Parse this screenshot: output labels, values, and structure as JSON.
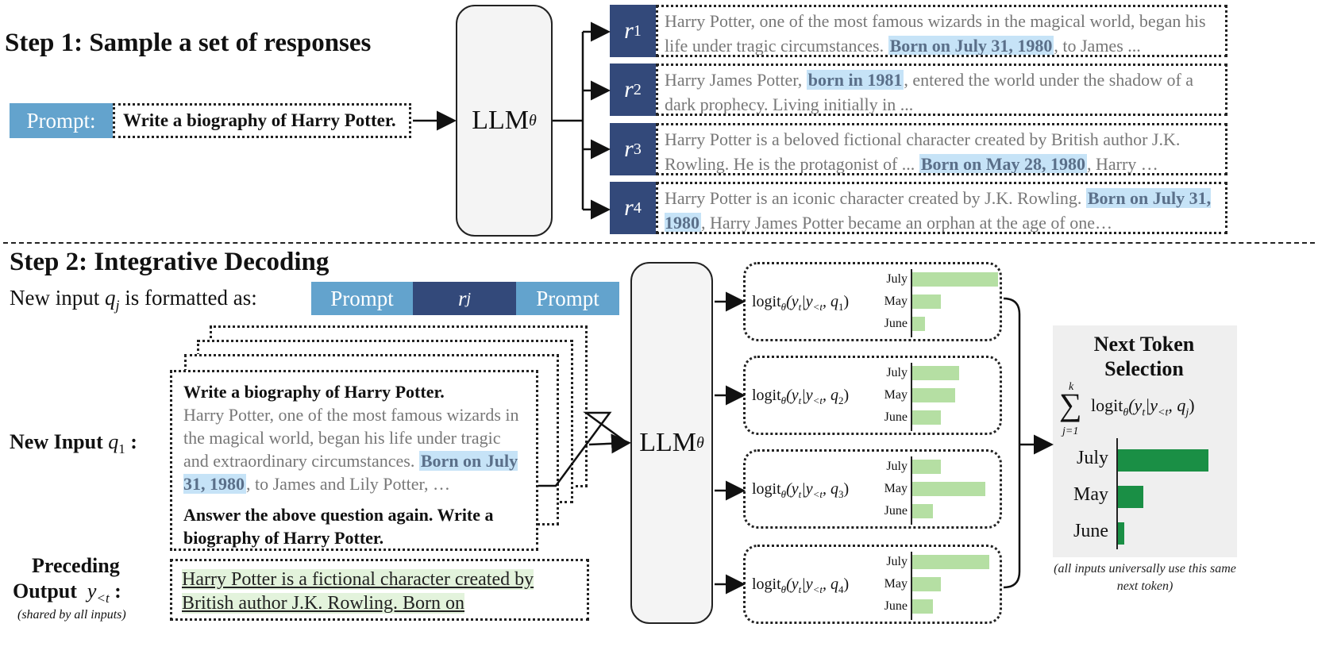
{
  "step1": {
    "title": "Step 1: Sample a set of responses",
    "prompt_chip": "Prompt:",
    "prompt_text": "Write a biography of Harry Potter.",
    "llm_label": "LLM",
    "llm_sub": "θ",
    "responses": [
      {
        "label": "r",
        "sub": "1",
        "pre": "Harry Potter, one of the most famous wizards in the magical world, began his life under tragic circumstances. ",
        "hl": "Born on July 31, 1980",
        "post": ", to James ..."
      },
      {
        "label": "r",
        "sub": "2",
        "pre": "Harry James Potter, ",
        "hl": "born in 1981",
        "post": ", entered the world under the shadow of a dark prophecy. Living initially in ..."
      },
      {
        "label": "r",
        "sub": "3",
        "pre": "Harry Potter is a beloved fictional character created by British author J.K. Rowling. He is the protagonist of ... ",
        "hl": "Born on May 28, 1980",
        "post": ", Harry …"
      },
      {
        "label": "r",
        "sub": "4",
        "pre": "Harry Potter is an iconic character created by J.K. Rowling. ",
        "hl": "Born on July 31, 1980",
        "post": ", Harry James Potter became an orphan at the age of one…"
      }
    ]
  },
  "step2": {
    "title": "Step 2:  Integrative Decoding",
    "format_intro_a": "New input ",
    "format_intro_var": "q",
    "format_intro_sub": "j",
    "format_intro_b": " is formatted as:",
    "format_seg1": "Prompt",
    "format_seg2_var": "r",
    "format_seg2_sub": "j",
    "format_seg3": "Prompt",
    "new_input_label": "New Input",
    "new_input_var": "q",
    "new_input_sub": "1",
    "new_input_colon": " :",
    "card_title": "Write a biography of Harry Potter.",
    "card_body_pre": "Harry Potter, one of the most famous wizards in the magical world, began his life under tragic and extraordinary circumstances. ",
    "card_body_hl": "Born on July 31, 1980",
    "card_body_post": ", to James and Lily Potter, …",
    "card_footer": "Answer the above question again. Write a biography of Harry Potter.",
    "preceding_label_1": "Preceding",
    "preceding_label_2": "Output",
    "preceding_var": "y",
    "preceding_sub": "<t",
    "preceding_colon": " :",
    "preceding_note": "(shared by all inputs)",
    "preceding_text": "Harry Potter is a fictional character created by British author J.K. Rowling. Born on ",
    "llm_label": "LLM",
    "llm_sub": "θ",
    "logits": [
      {
        "label_pre": "logit",
        "label_sub": "θ",
        "label_mid": "(y",
        "label_t": "t",
        "label_cond": "|y",
        "label_lt": "<t",
        "label_q": ", q",
        "label_qsub": "1",
        "label_end": ")",
        "tokens": [
          "July",
          "May",
          "June"
        ],
        "values": [
          1.0,
          0.33,
          0.15
        ]
      },
      {
        "label_pre": "logit",
        "label_sub": "θ",
        "label_mid": "(y",
        "label_t": "t",
        "label_cond": "|y",
        "label_lt": "<t",
        "label_q": ", q",
        "label_qsub": "2",
        "label_end": ")",
        "tokens": [
          "July",
          "May",
          "June"
        ],
        "values": [
          0.55,
          0.5,
          0.33
        ]
      },
      {
        "label_pre": "logit",
        "label_sub": "θ",
        "label_mid": "(y",
        "label_t": "t",
        "label_cond": "|y",
        "label_lt": "<t",
        "label_q": ", q",
        "label_qsub": "3",
        "label_end": ")",
        "tokens": [
          "July",
          "May",
          "June"
        ],
        "values": [
          0.33,
          0.85,
          0.24
        ]
      },
      {
        "label_pre": "logit",
        "label_sub": "θ",
        "label_mid": "(y",
        "label_t": "t",
        "label_cond": "|y",
        "label_lt": "<t",
        "label_q": ", q",
        "label_qsub": "4",
        "label_end": ")",
        "tokens": [
          "July",
          "May",
          "June"
        ],
        "values": [
          0.9,
          0.33,
          0.24
        ]
      }
    ],
    "selection": {
      "title": "Next Token Selection",
      "sum_top": "k",
      "sum_bottom": "j=1",
      "formula": "logit",
      "formula_sub": "θ",
      "formula_rest": "(y",
      "formula_t": "t",
      "formula_cond": "|y",
      "formula_lt": "<t",
      "formula_q": ", q",
      "formula_qsub": "j",
      "formula_end": ")",
      "tokens": [
        "July",
        "May",
        "June"
      ],
      "values": [
        1.0,
        0.28,
        0.07
      ],
      "note": "(all inputs universally use this same next token)"
    }
  },
  "colors": {
    "prompt_blue": "#63a3cd",
    "r_navy": "#33497a",
    "highlight_blue": "#c6e3f7",
    "bar_light_green": "#b5dfa3",
    "bar_dark_green": "#1a8f45",
    "panel_gray": "#efefef"
  }
}
